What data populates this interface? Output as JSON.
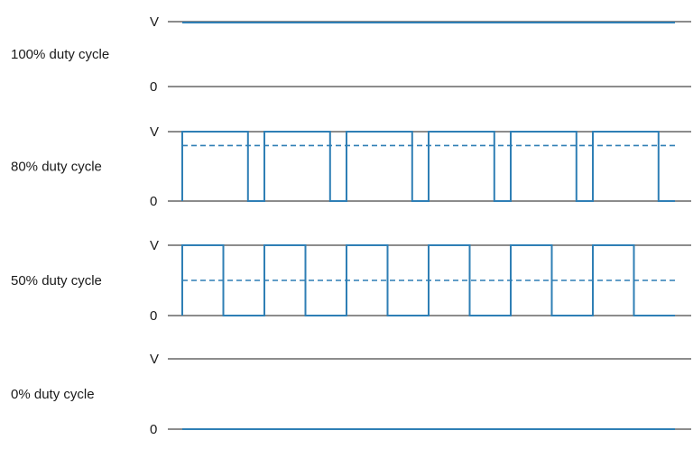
{
  "colors": {
    "signal": "#2f7fb5",
    "axis": "#1a1a1a",
    "label": "#1a1a1a"
  },
  "diagram": {
    "high_label": "V",
    "low_label": "0",
    "periods": 6,
    "panels": [
      {
        "label": "100% duty cycle",
        "duty": 1.0
      },
      {
        "label": "80% duty cycle",
        "duty": 0.8
      },
      {
        "label": "50% duty cycle",
        "duty": 0.5
      },
      {
        "label": "0% duty cycle",
        "duty": 0.0
      }
    ]
  }
}
